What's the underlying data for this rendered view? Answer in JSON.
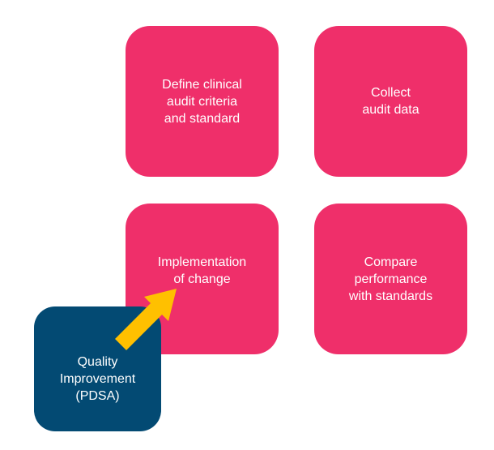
{
  "boxes": {
    "define": "Define clinical\naudit criteria\nand standard",
    "collect": "Collect\naudit data",
    "implement": "Implementation\nof change",
    "compare": "Compare\nperformance\nwith standards",
    "quality": "Quality\nImprovement\n(PDSA)"
  },
  "colors": {
    "step_box": "#ef2f6a",
    "quality_box": "#034a73",
    "arrow": "#ffc000"
  }
}
